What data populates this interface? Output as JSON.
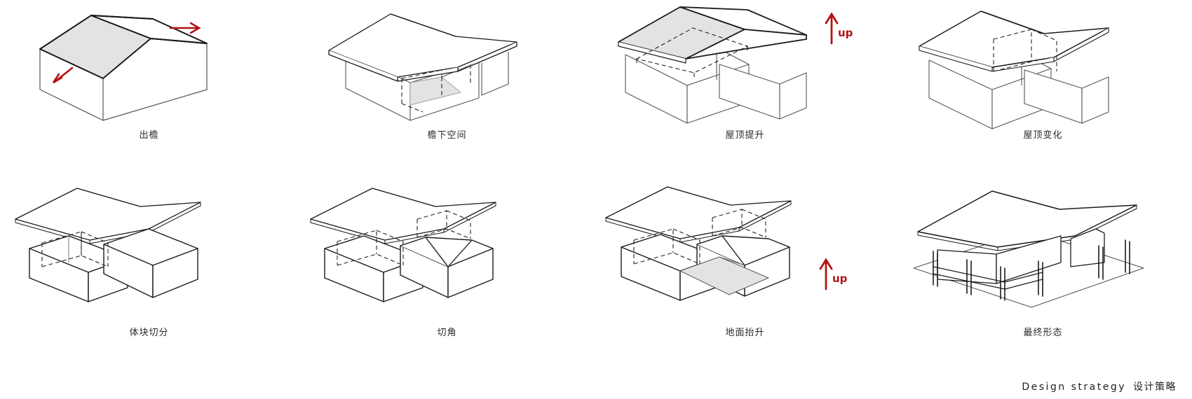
{
  "diagram": {
    "title_en": "Design strategy",
    "title_cn": "设计策略",
    "accent_color": "#b01414",
    "line_color": "#1a1a1a",
    "fill_color": "#e3e3e3",
    "background": "#ffffff"
  },
  "steps": [
    {
      "index": 1,
      "label": "出檐",
      "annotations": [
        {
          "kind": "arrow",
          "direction": "right",
          "text": ""
        },
        {
          "kind": "arrow",
          "direction": "left",
          "text": ""
        }
      ]
    },
    {
      "index": 2,
      "label": "檐下空间",
      "annotations": []
    },
    {
      "index": 3,
      "label": "屋顶提升",
      "annotations": [
        {
          "kind": "arrow",
          "direction": "up",
          "text": "up"
        }
      ]
    },
    {
      "index": 4,
      "label": "屋顶变化",
      "annotations": []
    },
    {
      "index": 5,
      "label": "体块切分",
      "annotations": []
    },
    {
      "index": 6,
      "label": "切角",
      "annotations": []
    },
    {
      "index": 7,
      "label": "地面抬升",
      "annotations": [
        {
          "kind": "arrow",
          "direction": "up",
          "text": "up"
        }
      ]
    },
    {
      "index": 8,
      "label": "最终形态",
      "annotations": []
    }
  ]
}
